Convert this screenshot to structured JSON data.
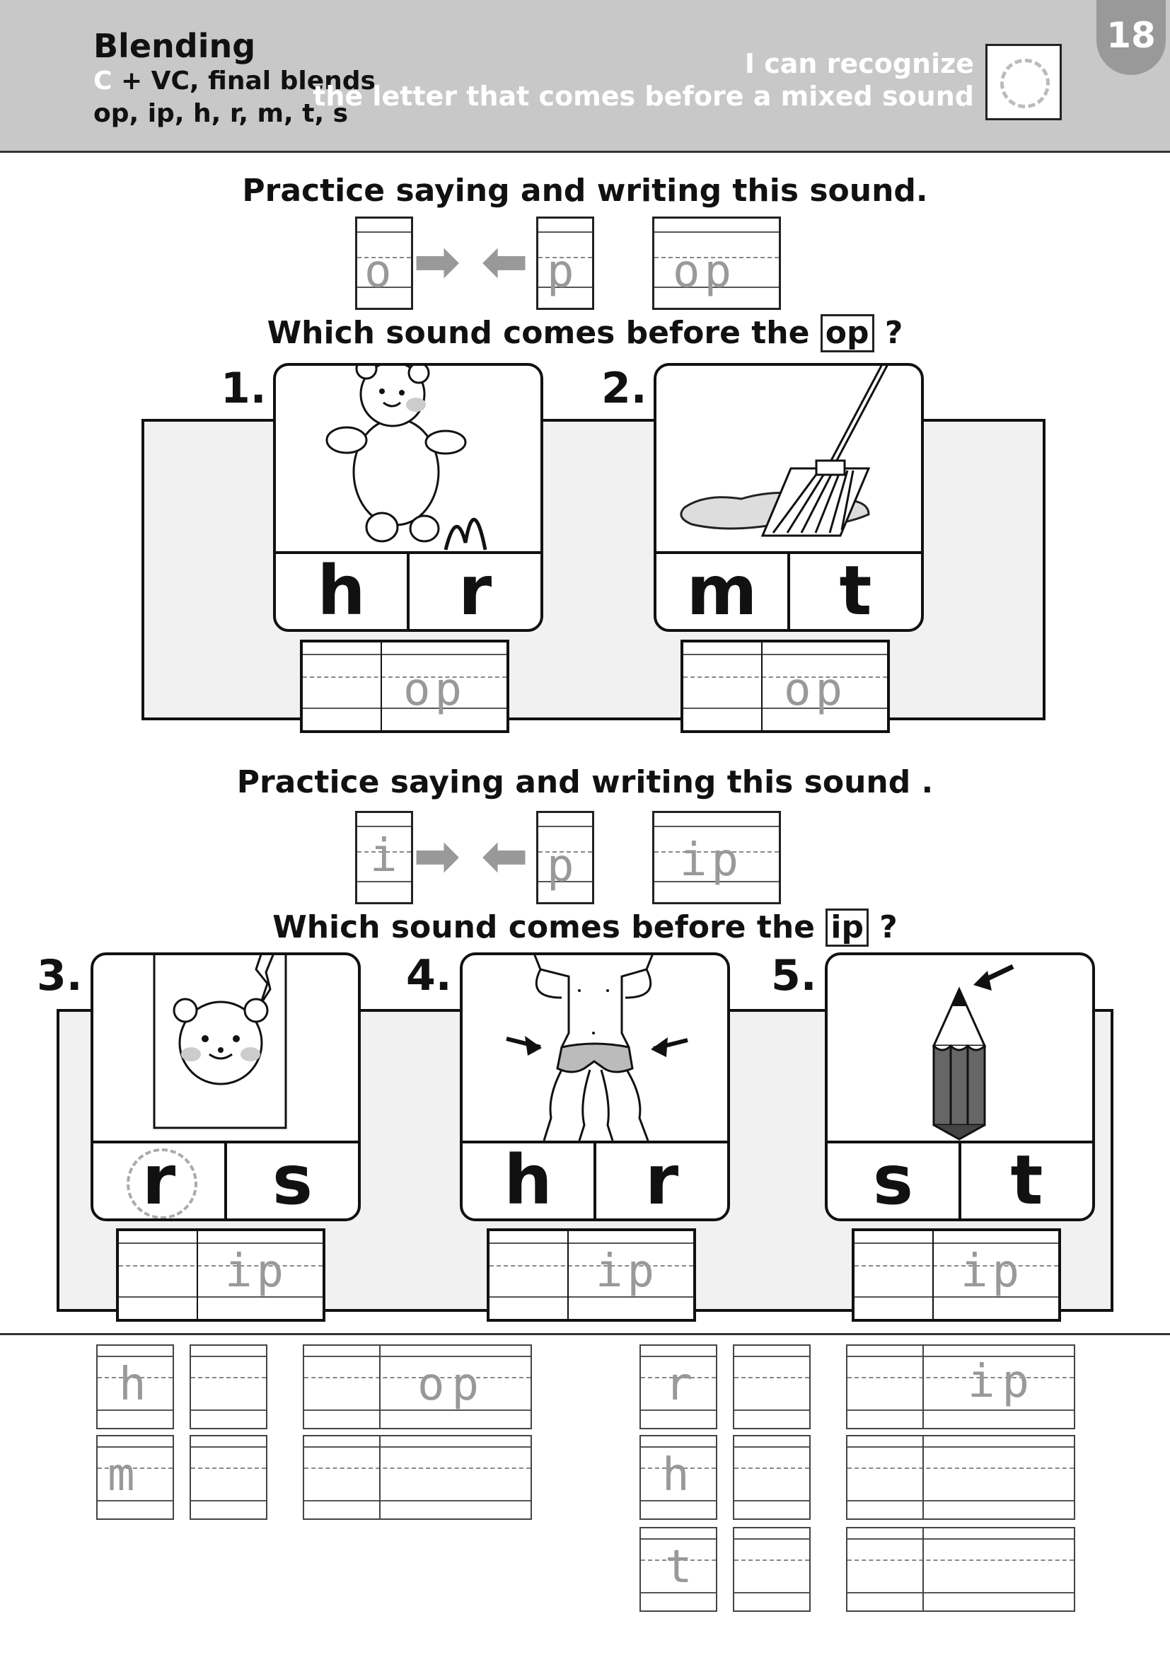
{
  "header": {
    "title": "Blending",
    "subtitle_c": "C",
    "subtitle_rest": " + VC, final blends",
    "subtitle2": "op, ip, h, r, m, t, s",
    "goal_line1": "I can recognize",
    "goal_line2": "the letter that comes before a mixed sound",
    "page_number": "18"
  },
  "section_op": {
    "practice_heading": "Practice saying and writing this sound.",
    "sample_first": "o",
    "sample_last": "p",
    "sample_word": "op",
    "question_prefix": "Which sound comes before the",
    "question_box": "op",
    "question_suffix": "?",
    "items": [
      {
        "number": "1.",
        "picture": "bear-hopping",
        "options": [
          "h",
          "r"
        ],
        "trace": "op"
      },
      {
        "number": "2.",
        "picture": "mop",
        "options": [
          "m",
          "t"
        ],
        "trace": "op"
      }
    ]
  },
  "section_ip": {
    "practice_heading": "Practice saying and writing this sound .",
    "sample_first": "i",
    "sample_last": "p",
    "sample_word": "ip",
    "question_prefix": "Which sound comes before the",
    "question_box": "ip",
    "question_suffix": "?",
    "items": [
      {
        "number": "3.",
        "picture": "torn-paper-bear",
        "options": [
          "r",
          "s"
        ],
        "circled": "r",
        "trace": "ip"
      },
      {
        "number": "4.",
        "picture": "hips",
        "options": [
          "h",
          "r"
        ],
        "trace": "ip"
      },
      {
        "number": "5.",
        "picture": "pencil-tip",
        "options": [
          "s",
          "t"
        ],
        "trace": "ip"
      }
    ]
  },
  "practice_grid": {
    "left": {
      "letters": [
        "h",
        "m"
      ],
      "word": "op"
    },
    "right": {
      "letters": [
        "r",
        "h",
        "t"
      ],
      "word": "ip"
    }
  }
}
